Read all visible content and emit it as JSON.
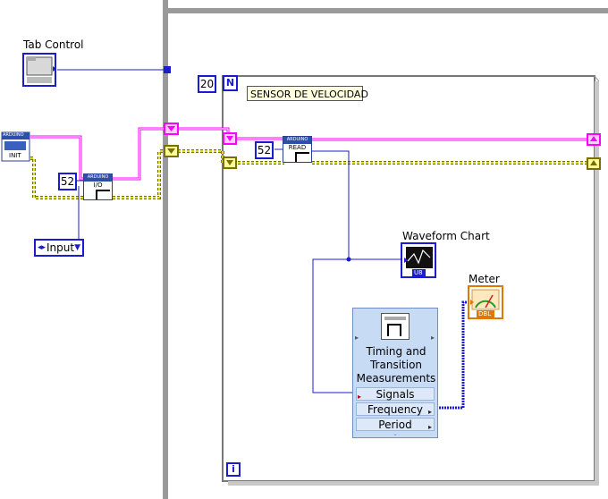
{
  "tab_control": {
    "label": "Tab Control"
  },
  "init_vi": {
    "header": "ARDUINO",
    "text": "INIT"
  },
  "io_vi": {
    "header": "ARDUINO",
    "text": "I/O"
  },
  "read_vi": {
    "header": "ARDUINO",
    "text": "READ"
  },
  "const_pin_outer": "52",
  "const_pin_inner": "52",
  "input_enum": {
    "value": "Input"
  },
  "for_loop": {
    "count": "20",
    "n_label": "N",
    "i_label": "i",
    "label": "SENSOR DE VELOCIDAD"
  },
  "waveform_chart": {
    "label": "Waveform Chart",
    "type": "U8"
  },
  "meter": {
    "label": "Meter",
    "type": "DBL"
  },
  "timing_express_vi": {
    "title_lines": [
      "Timing and",
      "Transition",
      "Measurements"
    ],
    "outputs": [
      "Signals",
      "Frequency",
      "Period"
    ]
  },
  "colors": {
    "cluster_wire": "#ff00ff",
    "resource_wire": "#7a7000",
    "numeric_wire": "#1c1ccf",
    "frame_gray": "#9a9a9a"
  }
}
